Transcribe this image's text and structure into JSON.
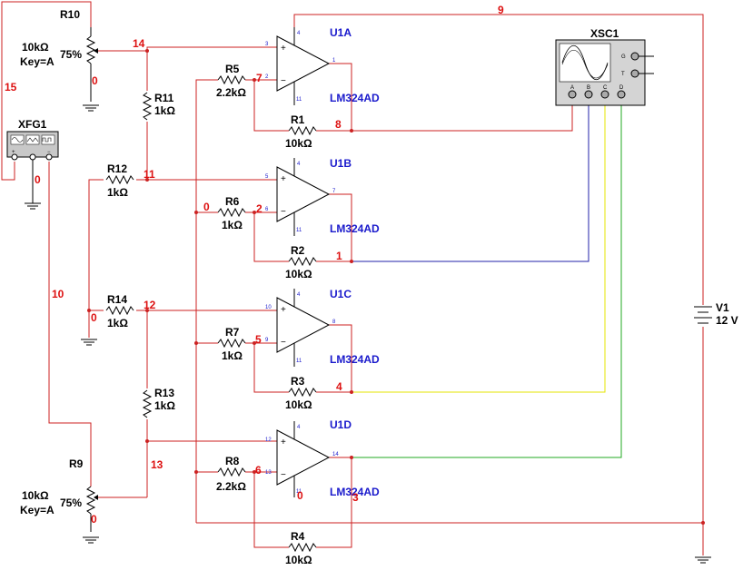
{
  "colors": {
    "wire": "#cc2222",
    "component": "#000000",
    "ic_label": "#1a1acc",
    "net_label": "#dd1111",
    "probe_b": "#2222aa",
    "probe_c": "#e6e600",
    "probe_d": "#22aa22"
  },
  "opamps": {
    "u1a": {
      "name": "U1A",
      "part": "LM324AD",
      "pins": {
        "p_in": "3",
        "n_in": "2",
        "out": "1",
        "vcc": "4",
        "vee": "11"
      }
    },
    "u1b": {
      "name": "U1B",
      "part": "LM324AD",
      "pins": {
        "p_in": "5",
        "n_in": "6",
        "out": "7",
        "vcc": "4",
        "vee": "11"
      }
    },
    "u1c": {
      "name": "U1C",
      "part": "LM324AD",
      "pins": {
        "p_in": "10",
        "n_in": "9",
        "out": "8",
        "vcc": "4",
        "vee": "11"
      }
    },
    "u1d": {
      "name": "U1D",
      "part": "LM324AD",
      "pins": {
        "p_in": "12",
        "n_in": "13",
        "out": "14",
        "vcc": "4",
        "vee": "11"
      }
    }
  },
  "resistors": {
    "r1": {
      "name": "R1",
      "value": "10kΩ"
    },
    "r2": {
      "name": "R2",
      "value": "10kΩ"
    },
    "r3": {
      "name": "R3",
      "value": "10kΩ"
    },
    "r4": {
      "name": "R4",
      "value": "10kΩ"
    },
    "r5": {
      "name": "R5",
      "value": "2.2kΩ"
    },
    "r6": {
      "name": "R6",
      "value": "1kΩ"
    },
    "r7": {
      "name": "R7",
      "value": "1kΩ"
    },
    "r8": {
      "name": "R8",
      "value": "2.2kΩ"
    },
    "r11": {
      "name": "R11",
      "value": "1kΩ"
    },
    "r12": {
      "name": "R12",
      "value": "1kΩ"
    },
    "r13": {
      "name": "R13",
      "value": "1kΩ"
    },
    "r14": {
      "name": "R14",
      "value": "1kΩ"
    }
  },
  "potentiometers": {
    "r10": {
      "name": "R10",
      "value": "10kΩ",
      "key": "Key=A",
      "percent": "75%"
    },
    "r9": {
      "name": "R9",
      "value": "10kΩ",
      "key": "Key=A",
      "percent": "75%"
    }
  },
  "sources": {
    "v1": {
      "name": "V1",
      "value": "12 V"
    }
  },
  "instruments": {
    "xfg1": {
      "name": "XFG1",
      "terminals": [
        "+",
        "COM",
        "−"
      ]
    },
    "xsc1": {
      "name": "XSC1",
      "channels": [
        "A",
        "B",
        "C",
        "D"
      ],
      "side": [
        "G",
        "T"
      ]
    }
  },
  "nets": {
    "n0a": "0",
    "n0b": "0",
    "n0c": "0",
    "n0d": "0",
    "n0e": "0",
    "n0f": "0",
    "n1": "1",
    "n2": "2",
    "n3": "3",
    "n4": "4",
    "n5": "5",
    "n6": "6",
    "n7": "7",
    "n8": "8",
    "n9": "9",
    "n10": "10",
    "n11": "11",
    "n12": "12",
    "n13": "13",
    "n14": "14",
    "n15": "15"
  }
}
